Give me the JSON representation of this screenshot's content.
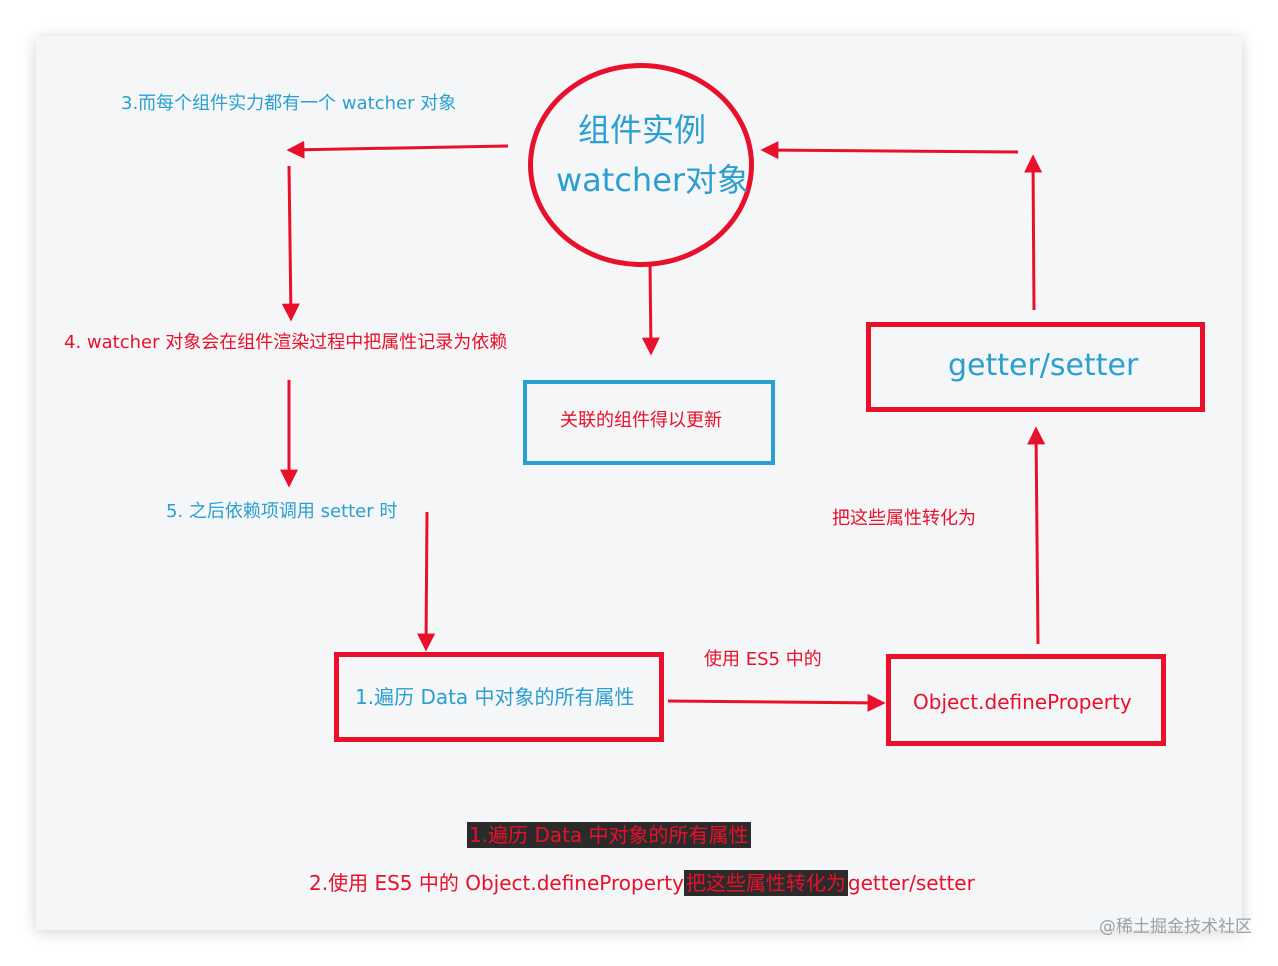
{
  "colors": {
    "red": "#e8102a",
    "blue": "#2a9fd0",
    "highlight_bg": "#2b2b2b",
    "card_bg": "#f5f6f8"
  },
  "nodes": {
    "component_line1": "组件实例",
    "component_line2": "watcher对象",
    "getter_setter": "getter/setter",
    "update_component": "关联的组件得以更新",
    "traverse_data": "1.遍历 Data 中对象的所有属性",
    "define_property": "Object.defineProperty"
  },
  "labels": {
    "step3": "3.而每个组件实力都有一个 watcher 对象",
    "step4": "4. watcher 对象会在组件渲染过程中把属性记录为依赖",
    "step5": "5. 之后依赖项调用 setter 时",
    "convert": "把这些属性转化为",
    "use_es5": "使用 ES5 中的"
  },
  "summary": {
    "line1": "1.遍历 Data 中对象的所有属性",
    "line2_a": "2.使用 ES5 中的 Object.defineProperty",
    "line2_b": "把这些属性转化为",
    "line2_c": "getter/setter"
  },
  "watermark": "@稀土掘金技术社区"
}
